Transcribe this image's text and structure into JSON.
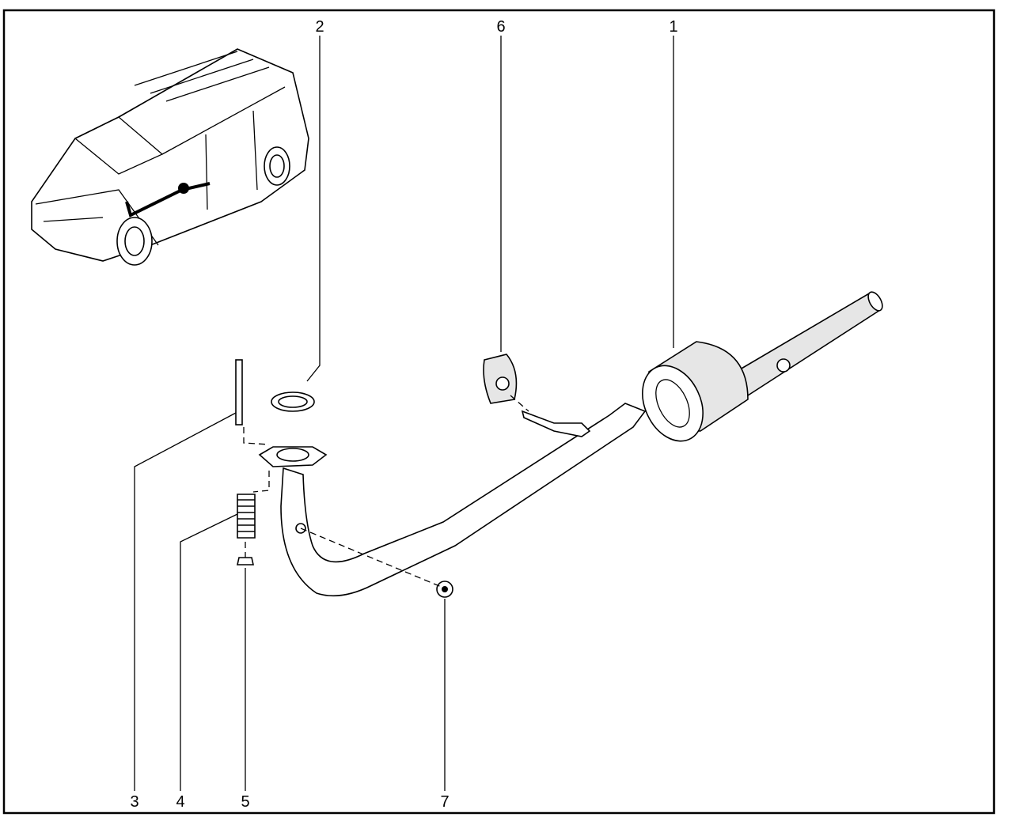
{
  "diagram": {
    "callouts": [
      {
        "id": "1",
        "text": "1"
      },
      {
        "id": "2",
        "text": "2"
      },
      {
        "id": "3",
        "text": "3"
      },
      {
        "id": "4",
        "text": "4"
      },
      {
        "id": "5",
        "text": "5"
      },
      {
        "id": "6",
        "text": "6"
      },
      {
        "id": "7",
        "text": "7"
      }
    ]
  }
}
